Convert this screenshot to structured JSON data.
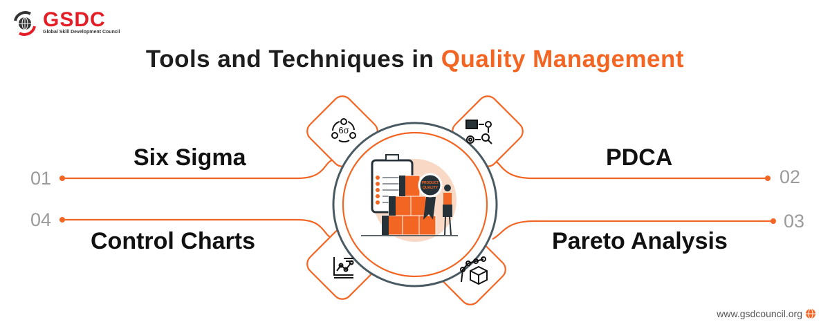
{
  "logo": {
    "name": "GSDC",
    "subtitle": "Global Skill Development Council"
  },
  "title": {
    "prefix": "Tools and Techniques in ",
    "highlight": "Quality Management"
  },
  "items": [
    {
      "number": "01",
      "label": "Six Sigma",
      "icon": "six-sigma-cycle-icon"
    },
    {
      "number": "02",
      "label": "PDCA",
      "icon": "pdca-process-icon"
    },
    {
      "number": "03",
      "label": "Pareto Analysis",
      "icon": "pareto-cube-graph-icon"
    },
    {
      "number": "04",
      "label": "Control Charts",
      "icon": "control-chart-icon"
    }
  ],
  "center": {
    "badge_text": "PRODUCT QUALITY"
  },
  "footer": {
    "website": "www.gsdcouncil.org"
  },
  "colors": {
    "accent": "#f26522",
    "ring": "#4a5a62",
    "text": "#111111",
    "number": "#9a9a9a",
    "logo_red": "#e41e26"
  }
}
